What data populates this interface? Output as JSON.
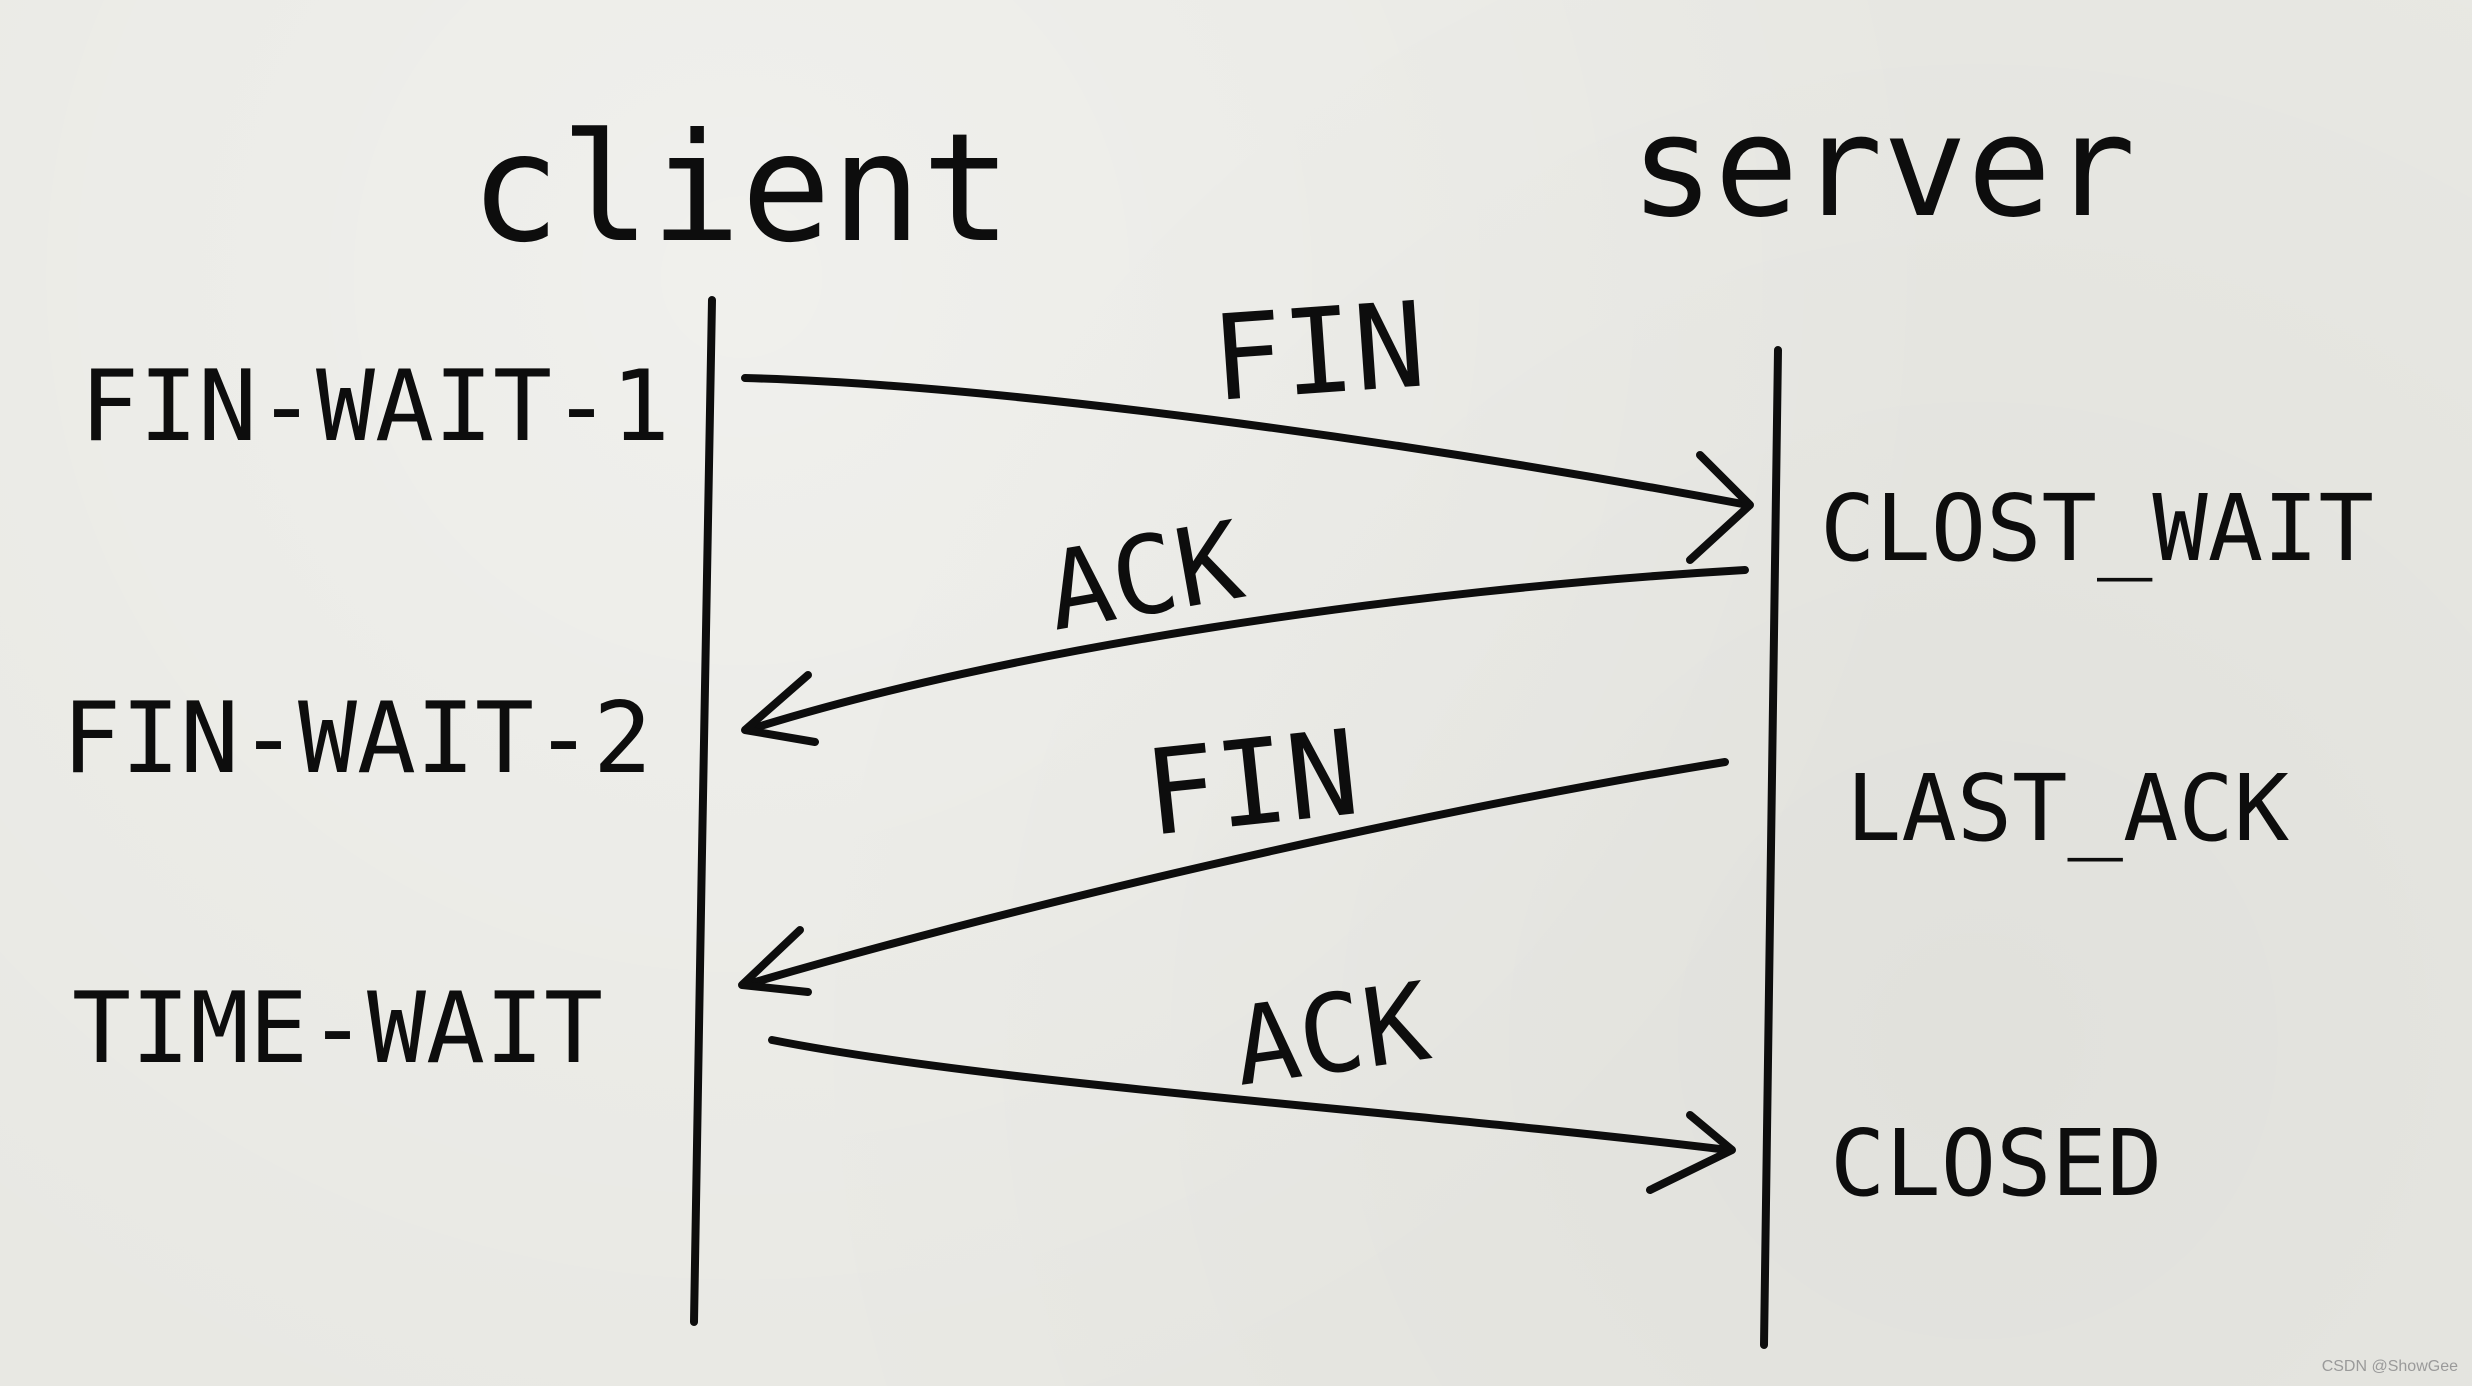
{
  "participants": {
    "client": "client",
    "server": "server"
  },
  "client_states": [
    "FIN-WAIT-1",
    "FIN-WAIT-2",
    "TIME-WAIT"
  ],
  "server_states": [
    "CLOST_WAIT",
    "LAST_ACK",
    "CLOSED"
  ],
  "messages": [
    {
      "label": "FIN",
      "from": "client",
      "to": "server"
    },
    {
      "label": "ACK",
      "from": "server",
      "to": "client"
    },
    {
      "label": "FIN",
      "from": "server",
      "to": "client"
    },
    {
      "label": "ACK",
      "from": "client",
      "to": "server"
    }
  ],
  "watermark": "CSDN @ShowGee",
  "colors": {
    "ink": "#0d0d0d",
    "paper": "#e8e8e3"
  }
}
